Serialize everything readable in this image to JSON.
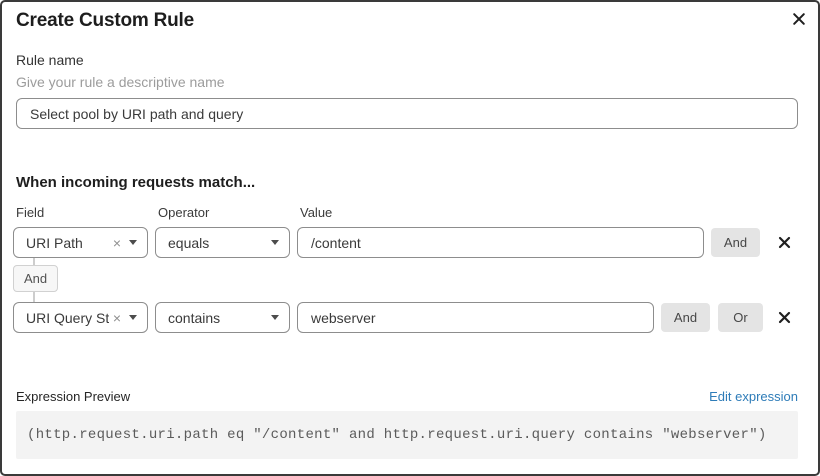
{
  "dialog": {
    "title": "Create Custom Rule"
  },
  "icons": {
    "close_icon": "✕",
    "remove_icon": "✕",
    "clear_icon": "×",
    "caret_icon": "▾"
  },
  "rule_name": {
    "label": "Rule name",
    "helper": "Give your rule a descriptive name",
    "value": "Select pool by URI path and query"
  },
  "matcher": {
    "heading": "When incoming requests match...",
    "columns": {
      "field": "Field",
      "operator": "Operator",
      "value": "Value"
    },
    "connector": "And",
    "rows": [
      {
        "field": "URI Path",
        "operator": "equals",
        "value": "/content",
        "and_label": "And"
      },
      {
        "field": "URI Query St...",
        "operator": "contains",
        "value": "webserver",
        "and_label": "And",
        "or_label": "Or"
      }
    ]
  },
  "expression": {
    "label": "Expression Preview",
    "edit_link": "Edit expression",
    "code": "(http.request.uri.path eq \"/content\" and http.request.uri.query contains \"webserver\")"
  },
  "colors": {
    "link_blue": "#2e7cb8",
    "button_gray": "#e4e4e4",
    "input_border_gray": "#8d8d8d",
    "code_bg": "#f3f3f3"
  }
}
